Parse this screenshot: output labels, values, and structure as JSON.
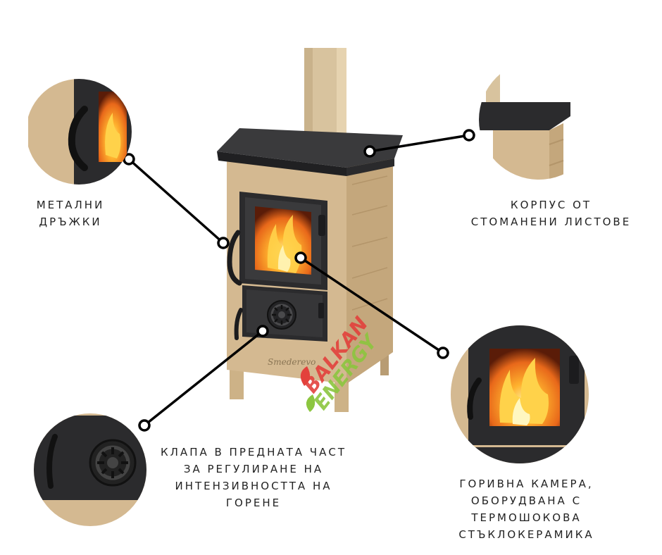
{
  "colors": {
    "body": "#d4b991",
    "body_shadow": "#b89c73",
    "cast_iron": "#2b2b2d",
    "pipe": "#d8c39e",
    "line": "#000000",
    "flame": "#f28c1c",
    "watermark_red": "#e3413c",
    "watermark_green": "#8cc63f"
  },
  "product_mark": "Smederevo",
  "watermark": {
    "line1": "BALKAN",
    "line2": "ENERGY"
  },
  "labels": {
    "handles": {
      "line1": "МЕТАЛНИ",
      "line2": "ДРЪЖКИ"
    },
    "steel_body": {
      "line1": "КОРПУС ОТ",
      "line2": "СТОМАНЕНИ ЛИСТОВЕ"
    },
    "air_flap": {
      "line1": "КЛАПА В ПРЕДНАТА ЧАСТ",
      "line2": "ЗА РЕГУЛИРАНЕ НА",
      "line3": "ИНТЕНЗИВНОСТТА НА",
      "line4": "ГОРЕНЕ"
    },
    "firebox": {
      "line1": "ГОРИВНА КАМЕРА,",
      "line2": "ОБОРУДВАНА С",
      "line3": "ТЕРМОШОКОВА",
      "line4": "СТЪКЛОКЕРАМИКА"
    }
  }
}
